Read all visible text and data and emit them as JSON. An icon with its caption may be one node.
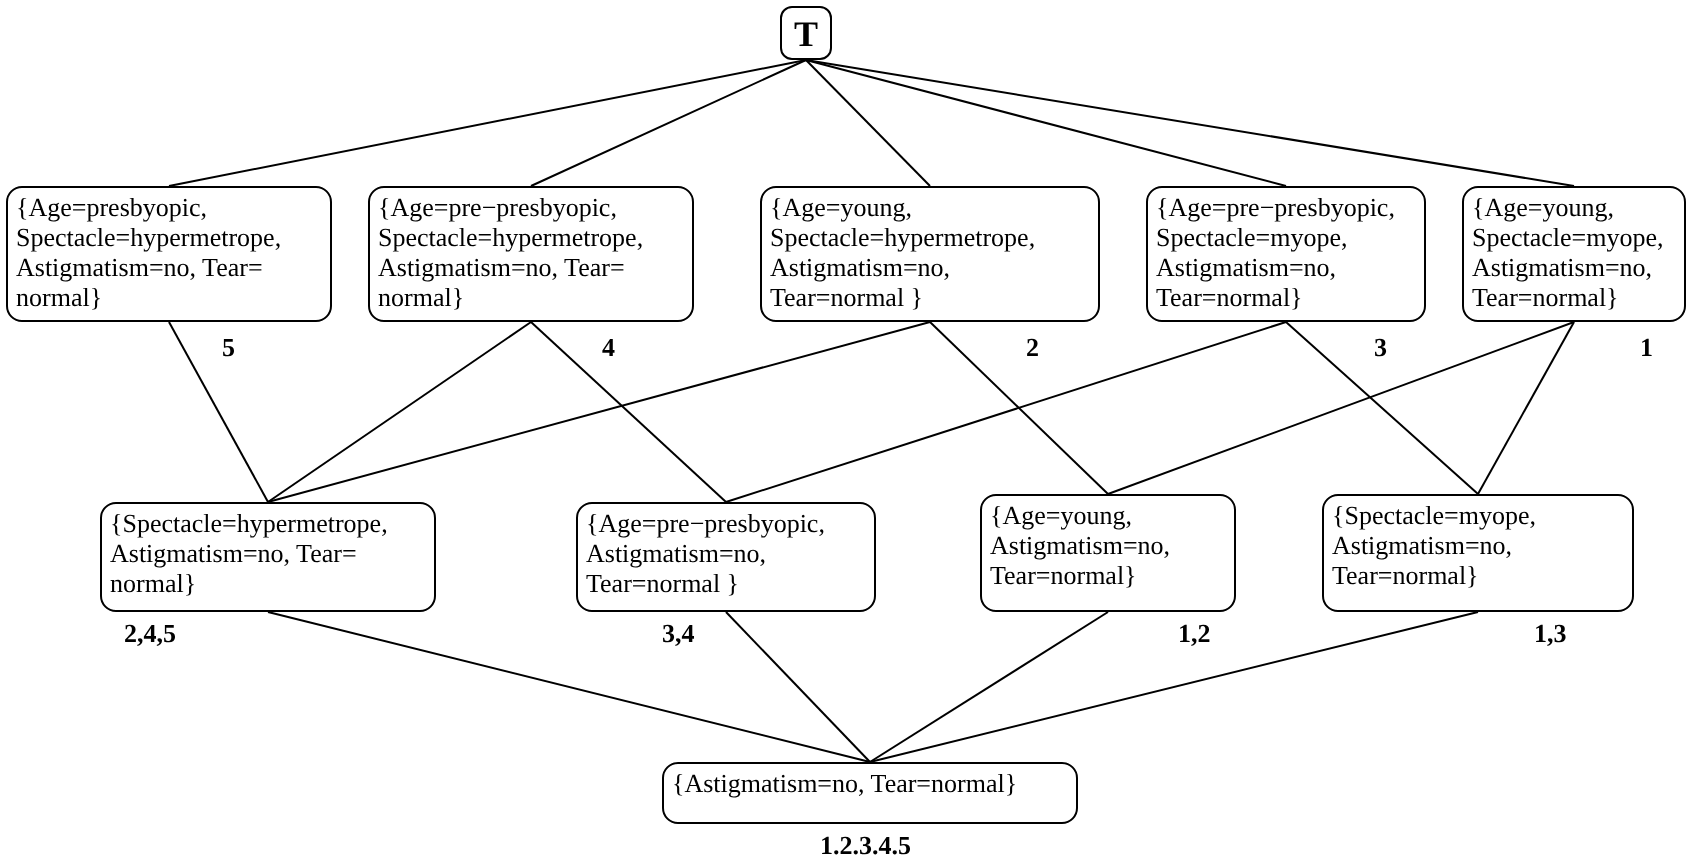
{
  "diagram": {
    "nodes": [
      {
        "text": [
          "T"
        ]
      },
      {
        "text": [
          "{Age=presbyopic, Spectacle=hypermetrope, Astigmatism=no, Tear= normal}"
        ],
        "beside": [
          "5"
        ]
      },
      {
        "text": [
          "{Age=pre−presbyopic, Spectacle=hypermetrope, Astigmatism=no, Tear= normal}"
        ],
        "beside": [
          "4"
        ]
      },
      {
        "text": [
          "{Age=young, Spectacle=hypermetrope, Astigmatism=no, Tear=normal }"
        ],
        "beside": [
          "2"
        ]
      },
      {
        "text": [
          "{Age=pre−presbyopic, Spectacle=myope, Astigmatism=no, Tear=normal}"
        ],
        "beside": [
          "3"
        ]
      },
      {
        "text": [
          "{Age=young, Spectacle=myope, Astigmatism=no, Tear=normal}"
        ],
        "beside": [
          "1"
        ]
      },
      {
        "text": [
          "{Spectacle=hypermetrope, Astigmatism=no, Tear= normal}"
        ],
        "beside": [
          "2,4,5"
        ]
      },
      {
        "text": [
          "{Age=pre−presbyopic, Astigmatism=no, Tear=normal }"
        ],
        "beside": [
          "3,4"
        ]
      },
      {
        "text": [
          "{Age=young, Astigmatism=no, Tear=normal}"
        ],
        "beside": [
          "1,2"
        ]
      },
      {
        "text": [
          "{Spectacle=myope, Astigmatism=no, Tear=normal}"
        ],
        "beside": [
          "1,3"
        ]
      },
      {
        "text": [
          "{Astigmatism=no, Tear=normal}"
        ],
        "beside": [
          "1.2.3.4.5"
        ]
      }
    ],
    "edges": [
      {
        "from": 0,
        "to": 1,
        "arrow": "none"
      },
      {
        "from": 0,
        "to": 2,
        "arrow": "none"
      },
      {
        "from": 0,
        "to": 3,
        "arrow": "none"
      },
      {
        "from": 0,
        "to": 4,
        "arrow": "none"
      },
      {
        "from": 0,
        "to": 5,
        "arrow": "none"
      },
      {
        "from": 1,
        "to": 6,
        "arrow": "none"
      },
      {
        "from": 2,
        "to": 6,
        "arrow": "none"
      },
      {
        "from": 2,
        "to": 7,
        "arrow": "none"
      },
      {
        "from": 3,
        "to": 6,
        "arrow": "none"
      },
      {
        "from": 3,
        "to": 8,
        "arrow": "none"
      },
      {
        "from": 4,
        "to": 7,
        "arrow": "none"
      },
      {
        "from": 4,
        "to": 9,
        "arrow": "none"
      },
      {
        "from": 5,
        "to": 8,
        "arrow": "none"
      },
      {
        "from": 5,
        "to": 9,
        "arrow": "none"
      },
      {
        "from": 6,
        "to": 10,
        "arrow": "none"
      },
      {
        "from": 7,
        "to": 10,
        "arrow": "none"
      },
      {
        "from": 8,
        "to": 10,
        "arrow": "none"
      },
      {
        "from": 9,
        "to": 10,
        "arrow": "none"
      }
    ]
  }
}
